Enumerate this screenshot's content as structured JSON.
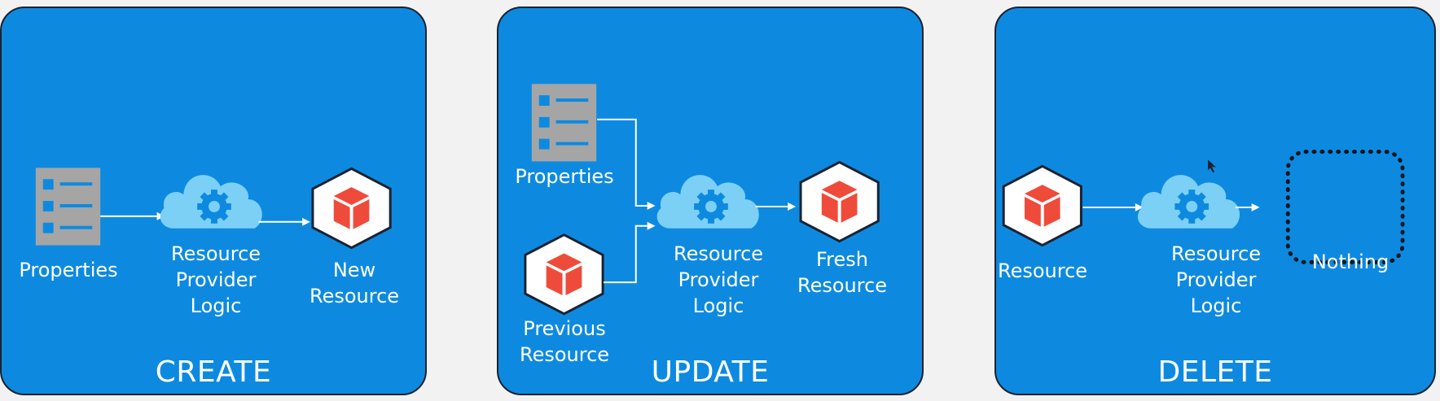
{
  "colors": {
    "panel": "#0d8ae0",
    "panel_border": "#1b2230",
    "properties_icon": "#a5a5a5",
    "properties_bullet": "#0d8ae0",
    "cloud": "#7cd0f5",
    "gear": "#0d8ae0",
    "cube_box": "#ffffff",
    "cube": "#ef4b3a",
    "arrow": "#ffffff"
  },
  "icons": [
    "properties-icon",
    "cloud-gear-icon",
    "cube-icon",
    "dotted-placeholder"
  ],
  "panels": {
    "create": {
      "title": "CREATE",
      "properties_label": "Properties",
      "logic_label": [
        "Resource",
        "Provider",
        "Logic"
      ],
      "output_label": [
        "New",
        "Resource"
      ]
    },
    "update": {
      "title": "UPDATE",
      "properties_label": "Properties",
      "previous_label": [
        "Previous",
        "Resource"
      ],
      "logic_label": [
        "Resource",
        "Provider",
        "Logic"
      ],
      "output_label": [
        "Fresh",
        "Resource"
      ]
    },
    "delete": {
      "title": "DELETE",
      "input_label": "Resource",
      "logic_label": [
        "Resource",
        "Provider",
        "Logic"
      ],
      "output_label": "Nothing"
    }
  }
}
